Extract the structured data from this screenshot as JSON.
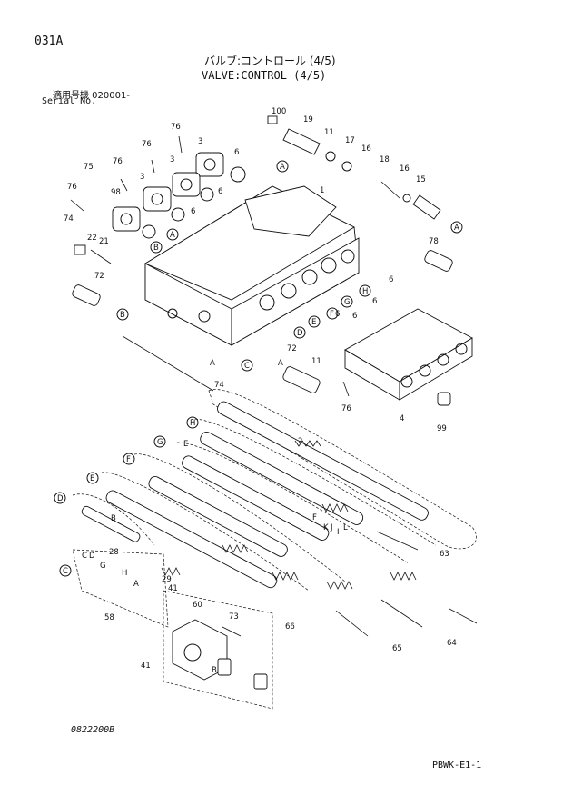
{
  "header": {
    "page_code": "031A",
    "title_jp": "バルブ:コントロール (4/5)",
    "title_en": "VALVE:CONTROL (4/5)",
    "serial_label_jp": "適用号機  020001-",
    "serial_label_en": "Serial No."
  },
  "footer": {
    "drawing_id": "0822200B",
    "book_ref": "PBWK-E1-1"
  },
  "callouts": {
    "parts": [
      "100",
      "19",
      "11",
      "17",
      "16",
      "18",
      "16",
      "15",
      "76",
      "76",
      "76",
      "75",
      "3",
      "3",
      "3",
      "6",
      "6",
      "6",
      "1",
      "98",
      "76",
      "74",
      "22",
      "21",
      "78",
      "72",
      "6",
      "6",
      "6",
      "6",
      "11",
      "72",
      "74",
      "76",
      "4",
      "99",
      "2",
      "63",
      "28",
      "29",
      "41",
      "60",
      "73",
      "58",
      "41",
      "66",
      "65",
      "64"
    ],
    "letters": [
      "A",
      "A",
      "A",
      "B",
      "B",
      "C",
      "D",
      "E",
      "F",
      "G",
      "H",
      "A",
      "A",
      "B",
      "C",
      "D",
      "E",
      "F",
      "G",
      "H",
      "A",
      "B",
      "C",
      "D",
      "E",
      "F",
      "G",
      "H",
      "I",
      "J",
      "K",
      "L"
    ]
  }
}
